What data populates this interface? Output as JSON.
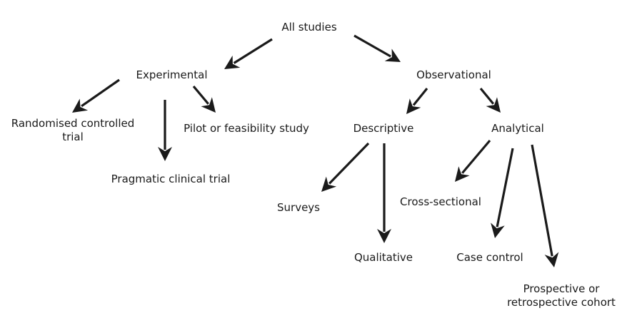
{
  "colors": {
    "background": "#ffffff",
    "text": "#1a1a1a",
    "arrow": "#1a1a1a"
  },
  "nodes": {
    "all_studies": {
      "label": "All studies"
    },
    "experimental": {
      "label": "Experimental"
    },
    "observational": {
      "label": "Observational"
    },
    "rct": {
      "line1": "Randomised controlled",
      "line2": "trial"
    },
    "pilot": {
      "label": "Pilot or feasibility study"
    },
    "pragmatic": {
      "label": "Pragmatic clinical trial"
    },
    "descriptive": {
      "label": "Descriptive"
    },
    "analytical": {
      "label": "Analytical"
    },
    "surveys": {
      "label": "Surveys"
    },
    "qualitative": {
      "label": "Qualitative"
    },
    "cross_sectional": {
      "label": "Cross-sectional"
    },
    "case_control": {
      "label": "Case control"
    },
    "cohort": {
      "line1": "Prospective or",
      "line2": "retrospective cohort"
    }
  },
  "edges": [
    {
      "from": "all_studies",
      "to": "experimental"
    },
    {
      "from": "all_studies",
      "to": "observational"
    },
    {
      "from": "experimental",
      "to": "rct"
    },
    {
      "from": "experimental",
      "to": "pragmatic"
    },
    {
      "from": "experimental",
      "to": "pilot"
    },
    {
      "from": "observational",
      "to": "descriptive"
    },
    {
      "from": "observational",
      "to": "analytical"
    },
    {
      "from": "descriptive",
      "to": "surveys"
    },
    {
      "from": "descriptive",
      "to": "qualitative"
    },
    {
      "from": "analytical",
      "to": "cross_sectional"
    },
    {
      "from": "analytical",
      "to": "case_control"
    },
    {
      "from": "analytical",
      "to": "cohort"
    }
  ]
}
